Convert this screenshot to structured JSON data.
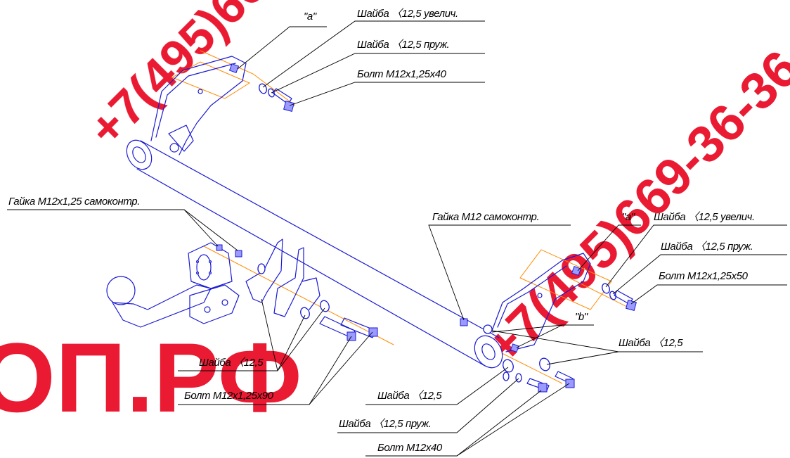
{
  "labels": {
    "a_top": "\"a\"",
    "washer_big_top": "Шайба 〈12,5 увелич.",
    "washer_spring_top": "Шайба 〈12,5 пруж.",
    "bolt_40_top": "Болт М12х1,25х40",
    "nut_m12x125": "Гайка М12х1,25 самоконтр.",
    "nut_m12": "Гайка М12 самоконтр.",
    "a_right": "\"a\"",
    "washer_big_right": "Шайба 〈12,5 увелич.",
    "washer_spring_right": "Шайба 〈12,5 пруж.",
    "bolt_50_right": "Болт М12х1,25х50",
    "b_label": "\"b\"",
    "washer_right": "Шайба 〈12,5",
    "washer_left": "Шайба 〈12,5",
    "bolt_90": "Болт М12х1,25х90",
    "washer_bottom": "Шайба 〈12,5",
    "washer_spring_bottom": "Шайба 〈12,5 пруж.",
    "bolt_m12x40": "Болт М12х40"
  },
  "watermark": {
    "phone": "+7(495)669-36-36",
    "brand": "ОП.РФ",
    "color": "#e8001c"
  },
  "colors": {
    "outline": "#1a1ad4",
    "axis": "#ff8a00",
    "leader": "#000000"
  }
}
